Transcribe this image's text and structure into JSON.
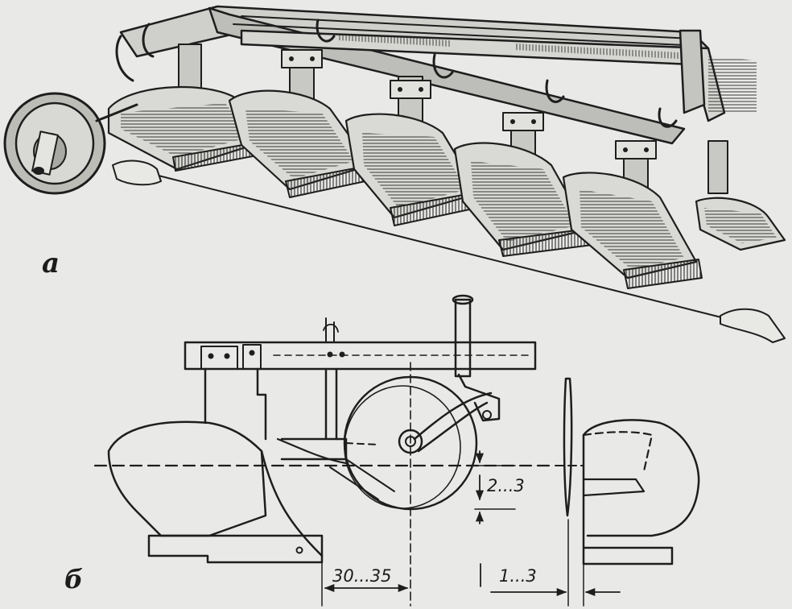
{
  "figure": {
    "panel_a_label": "а",
    "panel_b_label": "б",
    "dimensions": {
      "disc_gap": "2...3",
      "disc_offset": "30...35",
      "coulter_offset": "1...3"
    }
  }
}
